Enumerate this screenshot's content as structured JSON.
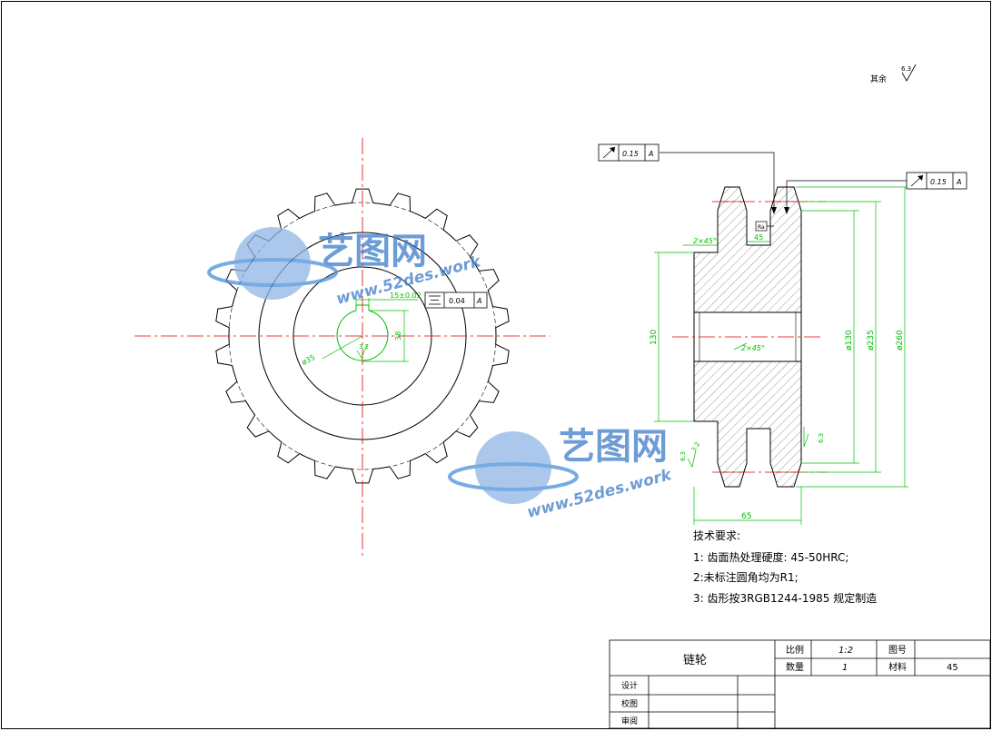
{
  "surface_note": {
    "label": "其余",
    "value": "6.3"
  },
  "gdt": {
    "runout_left": {
      "value": "0.15",
      "datum": "A"
    },
    "runout_right": {
      "value": "0.15",
      "datum": "A"
    },
    "symmetry": {
      "value": "0.04",
      "datum": "A"
    }
  },
  "front_view": {
    "keyway_width": "15±0.02",
    "keyway_depth": "38",
    "bore_dia": "ø35",
    "roughness": "3.2"
  },
  "side_view": {
    "chamfer_top": "2×45°",
    "groove_width": "45",
    "bore_chamfer": "2×45°",
    "hub_height": "130",
    "dia_hub": "ø130",
    "dia_mid": "ø235",
    "dia_outer": "ø260",
    "width": "65",
    "rough_right": "6.3",
    "rough_left": "6.3",
    "rough_small": "3.2"
  },
  "watermark": {
    "brand": "艺图网",
    "url": "www.52des.work"
  },
  "tech": {
    "title": "技术要求:",
    "lines": [
      "1: 齿面热处理硬度: 45-50HRC;",
      "2:未标注圆角均为R1;",
      "3: 齿形按3RGB1244-1985 规定制造"
    ]
  },
  "title_block": {
    "part_name": "链轮",
    "scale_label": "比例",
    "scale_value": "1:2",
    "drawing_no_label": "图号",
    "drawing_no_value": "",
    "qty_label": "数量",
    "qty_value": "1",
    "material_label": "材料",
    "material_value": "45",
    "designer_label": "设计",
    "checker_label": "校图",
    "approver_label": "审阅"
  }
}
